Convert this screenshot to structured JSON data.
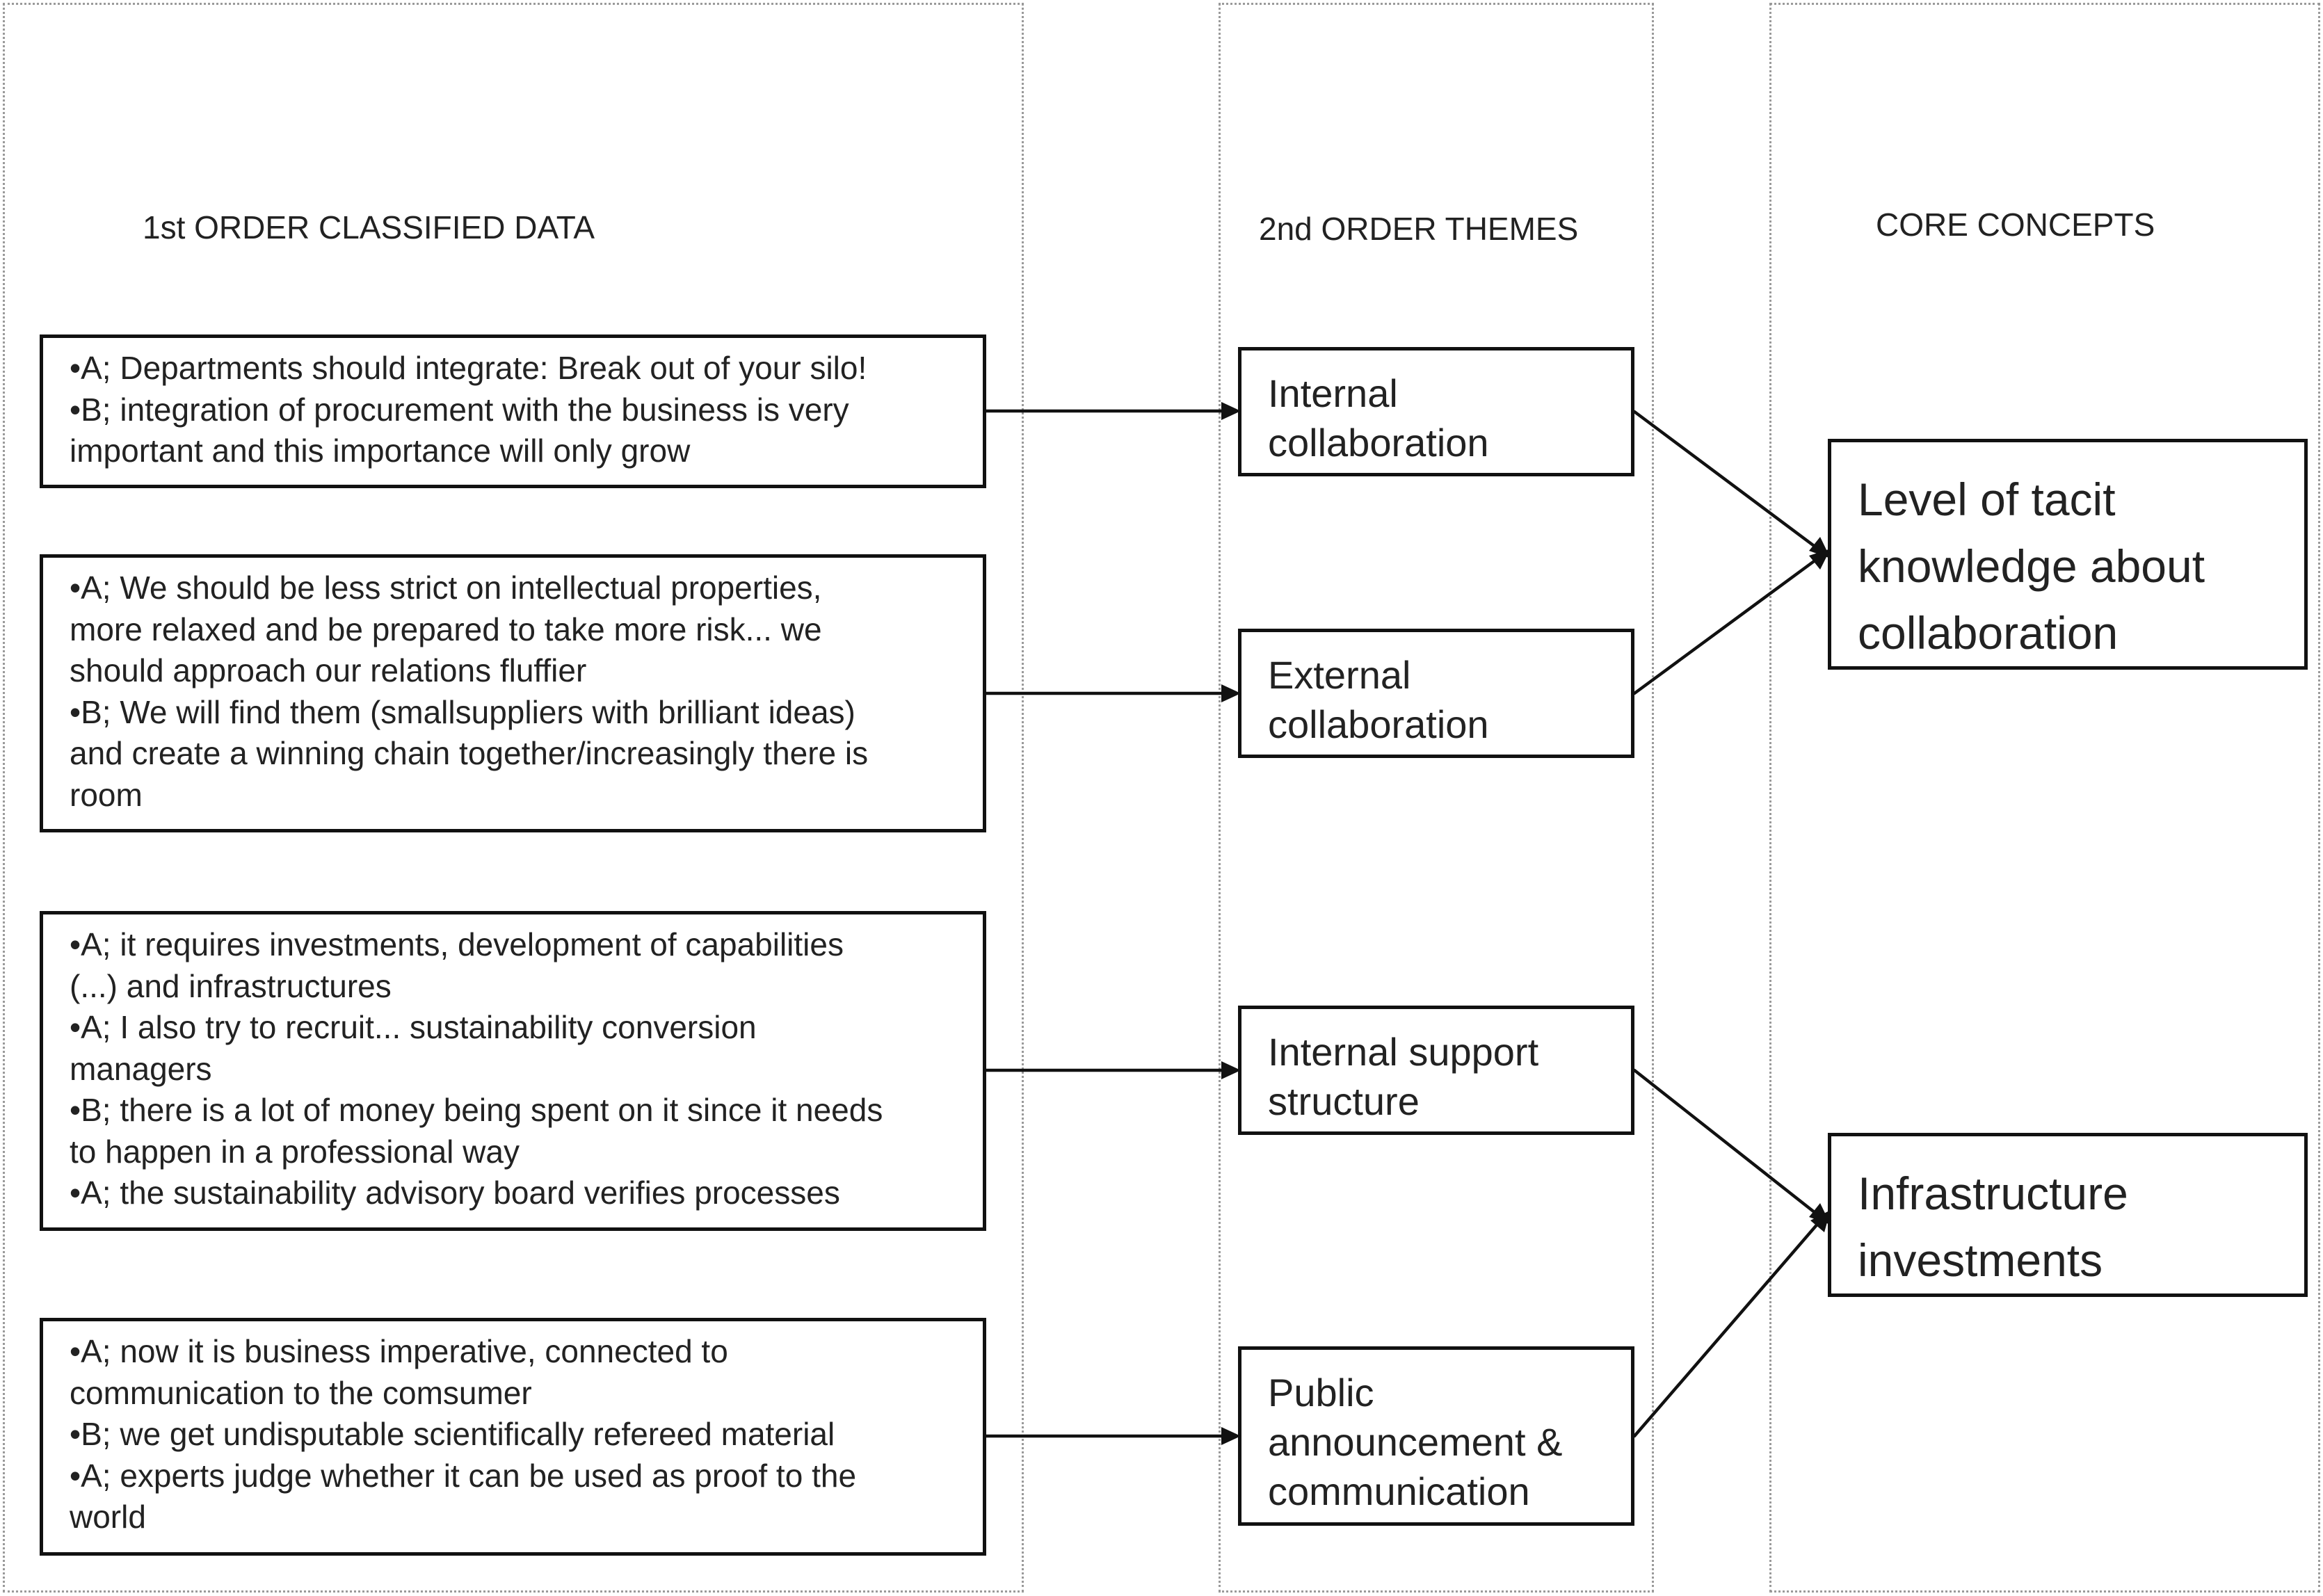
{
  "columns": {
    "first": {
      "title": "1st ORDER CLASSIFIED DATA"
    },
    "second": {
      "title": "2nd ORDER THEMES"
    },
    "third": {
      "title": "CORE CONCEPTS"
    }
  },
  "data_boxes": [
    {
      "lines": [
        "•A; Departments should integrate: Break out of your silo!",
        "•B; integration of procurement with the business is very",
        "important and this importance will only grow"
      ]
    },
    {
      "lines": [
        "•A;  We should be less strict on intellectual properties,",
        "more relaxed and be prepared to take more risk... we",
        "should approach our relations fluffier",
        "•B; We will find them (smallsuppliers with brilliant ideas)",
        "and create a winning chain together/increasingly there is",
        "room"
      ]
    },
    {
      "lines": [
        "•A; it requires investments, development of capabilities",
        "(...)  and infrastructures",
        "•A; I also try to recruit... sustainability conversion",
        "managers",
        "•B; there is a lot of money being spent on it since it needs",
        "to happen in a professional way",
        "•A; the sustainability advisory board verifies processes"
      ]
    },
    {
      "lines": [
        "•A; now it is business imperative, connected to",
        "communication to the comsumer",
        "•B; we get undisputable scientifically refereed material",
        "•A; experts judge whether it can be used as proof to the",
        "world"
      ]
    }
  ],
  "themes": [
    {
      "lines": [
        "Internal",
        "collaboration"
      ]
    },
    {
      "lines": [
        "External",
        "collaboration"
      ]
    },
    {
      "lines": [
        "Internal support",
        "structure"
      ]
    },
    {
      "lines": [
        "Public",
        "announcement &",
        "communication"
      ]
    }
  ],
  "concepts": [
    {
      "lines": [
        "Level of tacit",
        "knowledge about",
        "collaboration"
      ]
    },
    {
      "lines": [
        "Infrastructure",
        "investments"
      ]
    }
  ]
}
